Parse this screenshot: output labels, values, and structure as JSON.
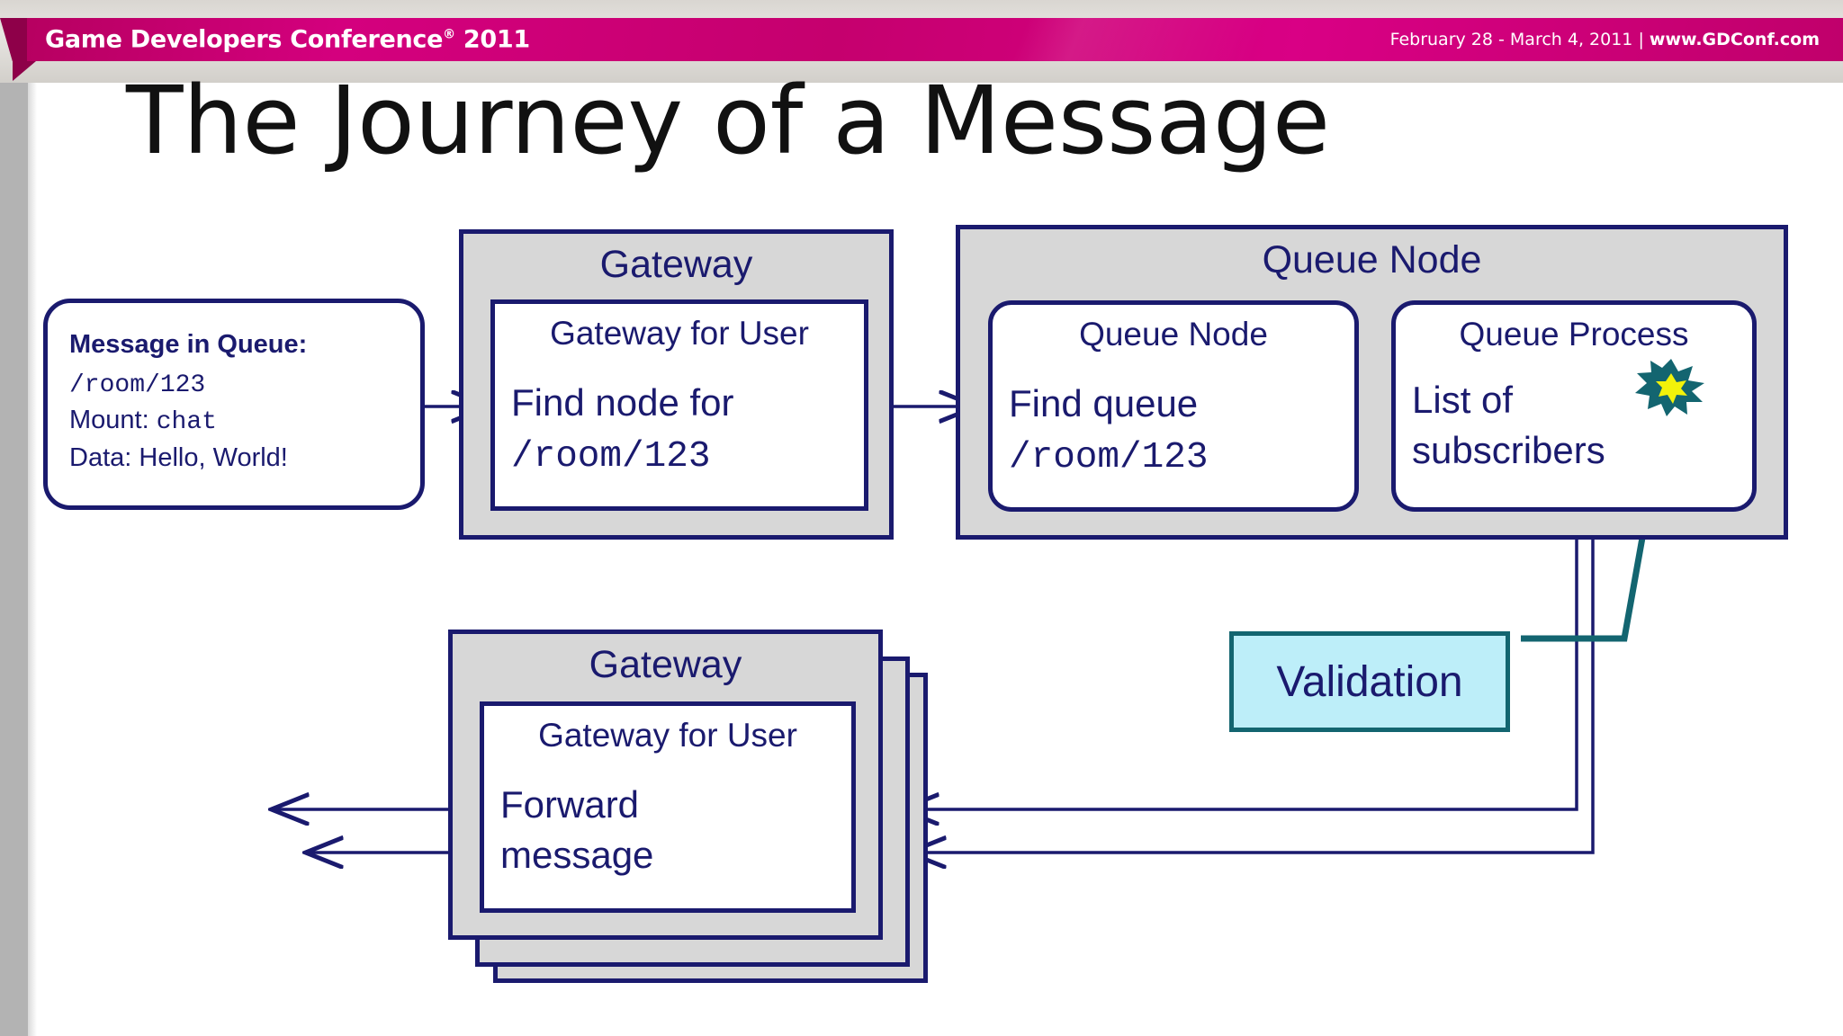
{
  "banner": {
    "conference_name": "Game Developers Conference",
    "registered_mark": "®",
    "year": "2011",
    "dates": "February 28 - March 4, 2011",
    "separator": "|",
    "website": "www.GDConf.com",
    "accent_color": "#cc0077"
  },
  "slide": {
    "title": "The Journey of a Message",
    "background_color": "#ffffff",
    "node_border_color": "#1a1a6e",
    "node_fill_color": "#d7d7d7",
    "validation_fill_color": "#bdeef9",
    "validation_border_color": "#136570"
  },
  "message_box": {
    "name": "Message in Queue:",
    "label": "Message in Queue:",
    "path": "/room/123",
    "mount_label": "Mount:",
    "mount_value": "chat",
    "data_label": "Data:",
    "data_value": "Hello, World!"
  },
  "nodes": [
    {
      "id": "gateway-top",
      "outer_title": "Gateway",
      "inner_head": "Gateway for User",
      "inner_body_line1": "Find node for",
      "inner_body_line2": "/room/123",
      "body_line2_mono": true
    },
    {
      "id": "queue-node",
      "outer_title": "Queue Node",
      "inner_head": "Queue Node",
      "inner_body_line1": "Find queue",
      "inner_body_line2": "/room/123",
      "body_line2_mono": true
    },
    {
      "id": "queue-process",
      "outer_title": "",
      "inner_head": "Queue Process",
      "inner_body_line1": "List of",
      "inner_body_line2": "subscribers",
      "body_line2_mono": false
    },
    {
      "id": "gateway-bottom",
      "outer_title": "Gateway",
      "inner_head": "Gateway for User",
      "inner_body_line1": "Forward",
      "inner_body_line2": "message",
      "body_line2_mono": false
    }
  ],
  "validation": {
    "label": "Validation"
  },
  "icons": {
    "starburst": "starburst-icon"
  }
}
